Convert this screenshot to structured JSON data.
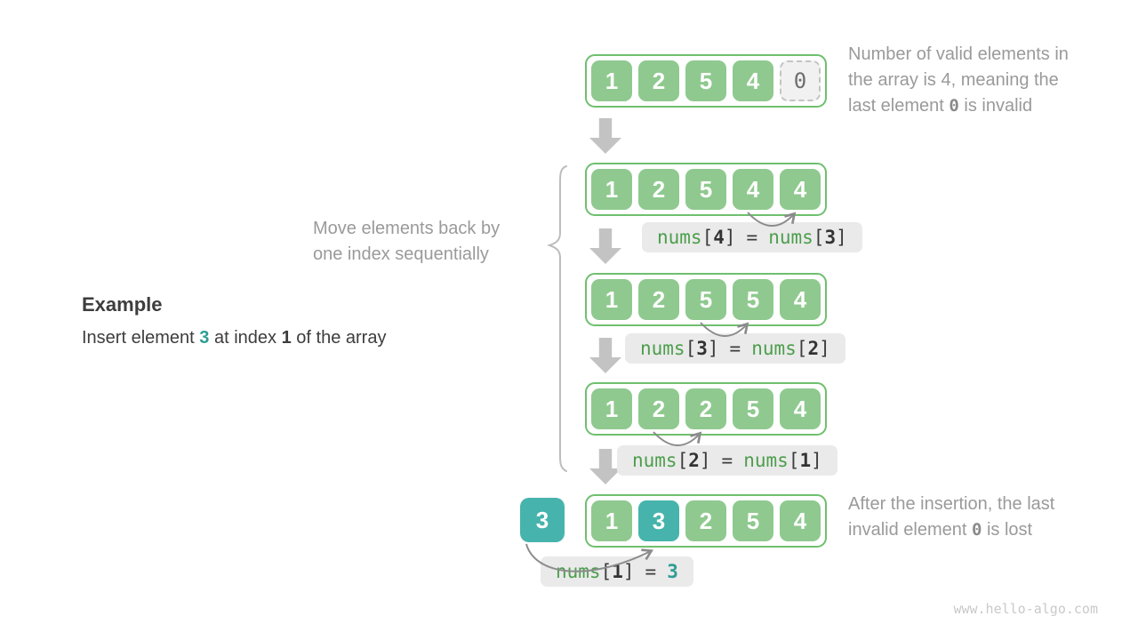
{
  "diagram": {
    "watermark": "www.hello-algo.com",
    "example": {
      "heading": "Example",
      "insert_line": {
        "prefix": "Insert element ",
        "value": "3",
        "mid": " at index ",
        "index": "1",
        "suffix": " of the array"
      }
    },
    "notes": {
      "top_right": {
        "before": "Number of valid elements in the array is 4, meaning the last element ",
        "code": "0",
        "after": " is invalid"
      },
      "move": "Move elements back by one index sequentially",
      "bottom_right": {
        "before": "After the insertion, the last invalid element ",
        "code": "0",
        "after": " is lost"
      }
    },
    "inserted_value": "3",
    "arrays": {
      "step1": {
        "cells": [
          "1",
          "2",
          "5",
          "4",
          "0"
        ]
      },
      "step2": {
        "cells": [
          "1",
          "2",
          "5",
          "4",
          "4"
        ]
      },
      "step3": {
        "cells": [
          "1",
          "2",
          "5",
          "5",
          "4"
        ]
      },
      "step4": {
        "cells": [
          "1",
          "2",
          "2",
          "5",
          "4"
        ]
      },
      "step5": {
        "cells": [
          "1",
          "3",
          "2",
          "5",
          "4"
        ]
      }
    },
    "ops": {
      "step2": {
        "name1": "nums",
        "idx1": "4",
        "eq": "=",
        "name2": "nums",
        "idx2": "3"
      },
      "step3": {
        "name1": "nums",
        "idx1": "3",
        "eq": "=",
        "name2": "nums",
        "idx2": "2"
      },
      "step4": {
        "name1": "nums",
        "idx1": "2",
        "eq": "=",
        "name2": "nums",
        "idx2": "1"
      },
      "step5": {
        "name1": "nums",
        "idx1": "1",
        "eq": "=",
        "value": "3"
      }
    },
    "syntax": {
      "lb": "[",
      "rb": "]"
    },
    "colors": {
      "cell_green": "#8fc98f",
      "box_border_green": "#6fbf6f",
      "cell_teal": "#46b4ac",
      "code_green": "#4c9e4c",
      "code_teal": "#2e9e94",
      "note_gray": "#9a9a9a",
      "text_dark": "#3d3d3d",
      "label_bg": "#eaeaea",
      "arrow_gray": "#c3c3c3"
    }
  }
}
